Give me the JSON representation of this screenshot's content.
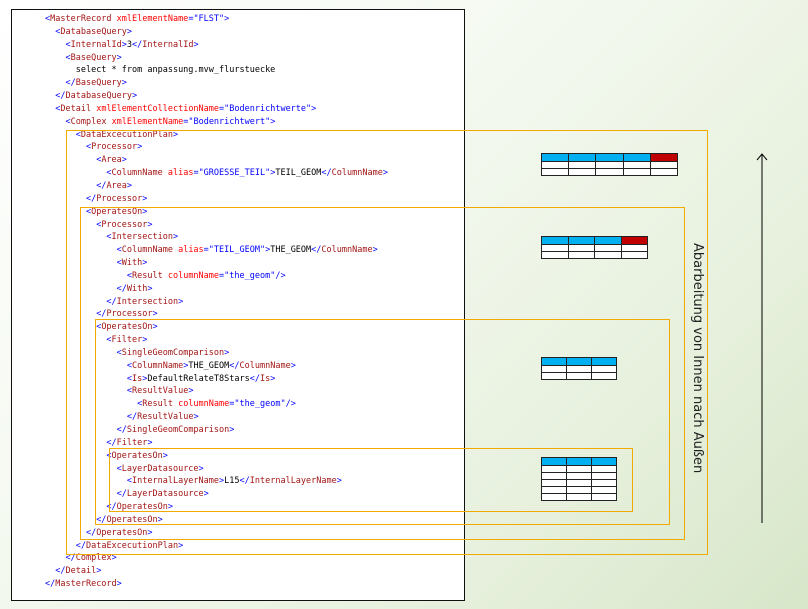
{
  "xml_lines": [
    {
      "indent": 0,
      "parts": [
        {
          "t": "brk",
          "v": "<"
        },
        {
          "t": "tag",
          "v": "MasterRecord "
        },
        {
          "t": "atn",
          "v": "xmlElementName"
        },
        {
          "t": "brk",
          "v": "="
        },
        {
          "t": "atv",
          "v": "\"FLST\""
        },
        {
          "t": "brk",
          "v": ">"
        }
      ]
    },
    {
      "indent": 1,
      "parts": [
        {
          "t": "brk",
          "v": "<"
        },
        {
          "t": "tag",
          "v": "DatabaseQuery"
        },
        {
          "t": "brk",
          "v": ">"
        }
      ]
    },
    {
      "indent": 2,
      "parts": [
        {
          "t": "brk",
          "v": "<"
        },
        {
          "t": "tag",
          "v": "InternalId"
        },
        {
          "t": "brk",
          "v": ">"
        },
        {
          "t": "txt",
          "v": "3"
        },
        {
          "t": "brk",
          "v": "</"
        },
        {
          "t": "tag",
          "v": "InternalId"
        },
        {
          "t": "brk",
          "v": ">"
        }
      ]
    },
    {
      "indent": 2,
      "parts": [
        {
          "t": "brk",
          "v": "<"
        },
        {
          "t": "tag",
          "v": "BaseQuery"
        },
        {
          "t": "brk",
          "v": ">"
        }
      ]
    },
    {
      "indent": 3,
      "parts": [
        {
          "t": "txt",
          "v": "select * from anpassung.mvw_flurstuecke"
        }
      ]
    },
    {
      "indent": 2,
      "parts": [
        {
          "t": "brk",
          "v": "</"
        },
        {
          "t": "tag",
          "v": "BaseQuery"
        },
        {
          "t": "brk",
          "v": ">"
        }
      ]
    },
    {
      "indent": 1,
      "parts": [
        {
          "t": "brk",
          "v": "</"
        },
        {
          "t": "tag",
          "v": "DatabaseQuery"
        },
        {
          "t": "brk",
          "v": ">"
        }
      ]
    },
    {
      "indent": 1,
      "parts": [
        {
          "t": "brk",
          "v": "<"
        },
        {
          "t": "tag",
          "v": "Detail "
        },
        {
          "t": "atn",
          "v": "xmlElementCollectionName"
        },
        {
          "t": "brk",
          "v": "="
        },
        {
          "t": "atv",
          "v": "\"Bodenrichtwerte\""
        },
        {
          "t": "brk",
          "v": ">"
        }
      ]
    },
    {
      "indent": 2,
      "parts": [
        {
          "t": "brk",
          "v": "<"
        },
        {
          "t": "tag",
          "v": "Complex "
        },
        {
          "t": "atn",
          "v": "xmlElementName"
        },
        {
          "t": "brk",
          "v": "="
        },
        {
          "t": "atv",
          "v": "\"Bodenrichtwert\""
        },
        {
          "t": "brk",
          "v": ">"
        }
      ]
    },
    {
      "indent": 3,
      "parts": [
        {
          "t": "brk",
          "v": "<"
        },
        {
          "t": "tag",
          "v": "DataExcecutionPlan"
        },
        {
          "t": "brk",
          "v": ">"
        }
      ]
    },
    {
      "indent": 4,
      "parts": [
        {
          "t": "brk",
          "v": "<"
        },
        {
          "t": "tag",
          "v": "Processor"
        },
        {
          "t": "brk",
          "v": ">"
        }
      ]
    },
    {
      "indent": 5,
      "parts": [
        {
          "t": "brk",
          "v": "<"
        },
        {
          "t": "tag",
          "v": "Area"
        },
        {
          "t": "brk",
          "v": ">"
        }
      ]
    },
    {
      "indent": 6,
      "parts": [
        {
          "t": "brk",
          "v": "<"
        },
        {
          "t": "tag",
          "v": "ColumnName "
        },
        {
          "t": "atn",
          "v": "alias"
        },
        {
          "t": "brk",
          "v": "="
        },
        {
          "t": "atv",
          "v": "\"GROESSE_TEIL\""
        },
        {
          "t": "brk",
          "v": ">"
        },
        {
          "t": "txt",
          "v": "TEIL_GEOM"
        },
        {
          "t": "brk",
          "v": "</"
        },
        {
          "t": "tag",
          "v": "ColumnName"
        },
        {
          "t": "brk",
          "v": ">"
        }
      ]
    },
    {
      "indent": 5,
      "parts": [
        {
          "t": "brk",
          "v": "</"
        },
        {
          "t": "tag",
          "v": "Area"
        },
        {
          "t": "brk",
          "v": ">"
        }
      ]
    },
    {
      "indent": 4,
      "parts": [
        {
          "t": "brk",
          "v": "</"
        },
        {
          "t": "tag",
          "v": "Processor"
        },
        {
          "t": "brk",
          "v": ">"
        }
      ]
    },
    {
      "indent": 4,
      "parts": [
        {
          "t": "brk",
          "v": "<"
        },
        {
          "t": "tag",
          "v": "OperatesOn"
        },
        {
          "t": "brk",
          "v": ">"
        }
      ]
    },
    {
      "indent": 5,
      "parts": [
        {
          "t": "brk",
          "v": "<"
        },
        {
          "t": "tag",
          "v": "Processor"
        },
        {
          "t": "brk",
          "v": ">"
        }
      ]
    },
    {
      "indent": 6,
      "parts": [
        {
          "t": "brk",
          "v": "<"
        },
        {
          "t": "tag",
          "v": "Intersection"
        },
        {
          "t": "brk",
          "v": ">"
        }
      ]
    },
    {
      "indent": 7,
      "parts": [
        {
          "t": "brk",
          "v": "<"
        },
        {
          "t": "tag",
          "v": "ColumnName "
        },
        {
          "t": "atn",
          "v": "alias"
        },
        {
          "t": "brk",
          "v": "="
        },
        {
          "t": "atv",
          "v": "\"TEIL_GEOM\""
        },
        {
          "t": "brk",
          "v": ">"
        },
        {
          "t": "txt",
          "v": "THE_GEOM"
        },
        {
          "t": "brk",
          "v": "</"
        },
        {
          "t": "tag",
          "v": "ColumnName"
        },
        {
          "t": "brk",
          "v": ">"
        }
      ]
    },
    {
      "indent": 7,
      "parts": [
        {
          "t": "brk",
          "v": "<"
        },
        {
          "t": "tag",
          "v": "With"
        },
        {
          "t": "brk",
          "v": ">"
        }
      ]
    },
    {
      "indent": 8,
      "parts": [
        {
          "t": "brk",
          "v": "<"
        },
        {
          "t": "tag",
          "v": "Result "
        },
        {
          "t": "atn",
          "v": "columnName"
        },
        {
          "t": "brk",
          "v": "="
        },
        {
          "t": "atv",
          "v": "\"the_geom\""
        },
        {
          "t": "brk",
          "v": "/>"
        }
      ]
    },
    {
      "indent": 7,
      "parts": [
        {
          "t": "brk",
          "v": "</"
        },
        {
          "t": "tag",
          "v": "With"
        },
        {
          "t": "brk",
          "v": ">"
        }
      ]
    },
    {
      "indent": 6,
      "parts": [
        {
          "t": "brk",
          "v": "</"
        },
        {
          "t": "tag",
          "v": "Intersection"
        },
        {
          "t": "brk",
          "v": ">"
        }
      ]
    },
    {
      "indent": 5,
      "parts": [
        {
          "t": "brk",
          "v": "</"
        },
        {
          "t": "tag",
          "v": "Processor"
        },
        {
          "t": "brk",
          "v": ">"
        }
      ]
    },
    {
      "indent": 5,
      "parts": [
        {
          "t": "brk",
          "v": "<"
        },
        {
          "t": "tag",
          "v": "OperatesOn"
        },
        {
          "t": "brk",
          "v": ">"
        }
      ]
    },
    {
      "indent": 6,
      "parts": [
        {
          "t": "brk",
          "v": "<"
        },
        {
          "t": "tag",
          "v": "Filter"
        },
        {
          "t": "brk",
          "v": ">"
        }
      ]
    },
    {
      "indent": 7,
      "parts": [
        {
          "t": "brk",
          "v": "<"
        },
        {
          "t": "tag",
          "v": "SingleGeomComparison"
        },
        {
          "t": "brk",
          "v": ">"
        }
      ]
    },
    {
      "indent": 8,
      "parts": [
        {
          "t": "brk",
          "v": "<"
        },
        {
          "t": "tag",
          "v": "ColumnName"
        },
        {
          "t": "brk",
          "v": ">"
        },
        {
          "t": "txt",
          "v": "THE_GEOM"
        },
        {
          "t": "brk",
          "v": "</"
        },
        {
          "t": "tag",
          "v": "ColumnName"
        },
        {
          "t": "brk",
          "v": ">"
        }
      ]
    },
    {
      "indent": 8,
      "parts": [
        {
          "t": "brk",
          "v": "<"
        },
        {
          "t": "tag",
          "v": "Is"
        },
        {
          "t": "brk",
          "v": ">"
        },
        {
          "t": "txt",
          "v": "DefaultRelateT8Stars"
        },
        {
          "t": "brk",
          "v": "</"
        },
        {
          "t": "tag",
          "v": "Is"
        },
        {
          "t": "brk",
          "v": ">"
        }
      ]
    },
    {
      "indent": 8,
      "parts": [
        {
          "t": "brk",
          "v": "<"
        },
        {
          "t": "tag",
          "v": "ResultValue"
        },
        {
          "t": "brk",
          "v": ">"
        }
      ]
    },
    {
      "indent": 9,
      "parts": [
        {
          "t": "brk",
          "v": "<"
        },
        {
          "t": "tag",
          "v": "Result "
        },
        {
          "t": "atn",
          "v": "columnName"
        },
        {
          "t": "brk",
          "v": "="
        },
        {
          "t": "atv",
          "v": "\"the_geom\""
        },
        {
          "t": "brk",
          "v": "/>"
        }
      ]
    },
    {
      "indent": 8,
      "parts": [
        {
          "t": "brk",
          "v": "</"
        },
        {
          "t": "tag",
          "v": "ResultValue"
        },
        {
          "t": "brk",
          "v": ">"
        }
      ]
    },
    {
      "indent": 7,
      "parts": [
        {
          "t": "brk",
          "v": "</"
        },
        {
          "t": "tag",
          "v": "SingleGeomComparison"
        },
        {
          "t": "brk",
          "v": ">"
        }
      ]
    },
    {
      "indent": 6,
      "parts": [
        {
          "t": "brk",
          "v": "</"
        },
        {
          "t": "tag",
          "v": "Filter"
        },
        {
          "t": "brk",
          "v": ">"
        }
      ]
    },
    {
      "indent": 6,
      "parts": [
        {
          "t": "brk",
          "v": "<"
        },
        {
          "t": "tag",
          "v": "OperatesOn"
        },
        {
          "t": "brk",
          "v": ">"
        }
      ]
    },
    {
      "indent": 7,
      "parts": [
        {
          "t": "brk",
          "v": "<"
        },
        {
          "t": "tag",
          "v": "LayerDatasource"
        },
        {
          "t": "brk",
          "v": ">"
        }
      ]
    },
    {
      "indent": 8,
      "parts": [
        {
          "t": "brk",
          "v": "<"
        },
        {
          "t": "tag",
          "v": "InternalLayerName"
        },
        {
          "t": "brk",
          "v": ">"
        },
        {
          "t": "txt",
          "v": "L15"
        },
        {
          "t": "brk",
          "v": "</"
        },
        {
          "t": "tag",
          "v": "InternalLayerName"
        },
        {
          "t": "brk",
          "v": ">"
        }
      ]
    },
    {
      "indent": 7,
      "parts": [
        {
          "t": "brk",
          "v": "</"
        },
        {
          "t": "tag",
          "v": "LayerDatasource"
        },
        {
          "t": "brk",
          "v": ">"
        }
      ]
    },
    {
      "indent": 6,
      "parts": [
        {
          "t": "brk",
          "v": "</"
        },
        {
          "t": "tag",
          "v": "OperatesOn"
        },
        {
          "t": "brk",
          "v": ">"
        }
      ]
    },
    {
      "indent": 5,
      "parts": [
        {
          "t": "brk",
          "v": "</"
        },
        {
          "t": "tag",
          "v": "OperatesOn"
        },
        {
          "t": "brk",
          "v": ">"
        }
      ]
    },
    {
      "indent": 4,
      "parts": [
        {
          "t": "brk",
          "v": "</"
        },
        {
          "t": "tag",
          "v": "OperatesOn"
        },
        {
          "t": "brk",
          "v": ">"
        }
      ]
    },
    {
      "indent": 3,
      "parts": [
        {
          "t": "brk",
          "v": "</"
        },
        {
          "t": "tag",
          "v": "DataExcecutionPlan"
        },
        {
          "t": "brk",
          "v": ">"
        }
      ]
    },
    {
      "indent": 2,
      "parts": [
        {
          "t": "brk",
          "v": "</"
        },
        {
          "t": "tag",
          "v": "Complex"
        },
        {
          "t": "brk",
          "v": ">"
        }
      ]
    },
    {
      "indent": 1,
      "parts": [
        {
          "t": "brk",
          "v": "</"
        },
        {
          "t": "tag",
          "v": "Detail"
        },
        {
          "t": "brk",
          "v": ">"
        }
      ]
    },
    {
      "indent": 0,
      "parts": [
        {
          "t": "brk",
          "v": "</"
        },
        {
          "t": "tag",
          "v": "MasterRecord"
        },
        {
          "t": "brk",
          "v": ">"
        }
      ]
    }
  ],
  "tables": [
    {
      "columns": 5,
      "data_rows": 2,
      "highlighted_column": 5
    },
    {
      "columns": 4,
      "data_rows": 2,
      "highlighted_column": 4
    },
    {
      "columns": 3,
      "data_rows": 2,
      "highlighted_column": null
    },
    {
      "columns": 3,
      "data_rows": 5,
      "highlighted_column": null
    }
  ],
  "side_label": "Abarbeitung von Innen nach Außen",
  "colors": {
    "tag": "#a31515",
    "bracket": "#0000ff",
    "attribute_name": "#ff0000",
    "attribute_value": "#0000ff",
    "highlight_box": "#f2a900",
    "table_header": "#00b0f0",
    "table_highlight": "#c00000"
  }
}
